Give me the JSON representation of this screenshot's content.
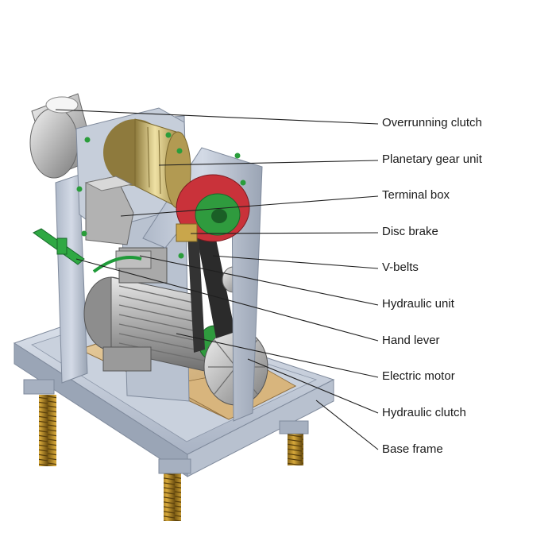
{
  "labels": [
    "Overrunning clutch",
    "Planetary gear unit",
    "Terminal box",
    "Disc brake",
    "V-belts",
    "Hydraulic unit",
    "Hand lever",
    "Electric motor",
    "Hydraulic clutch",
    "Base frame"
  ]
}
